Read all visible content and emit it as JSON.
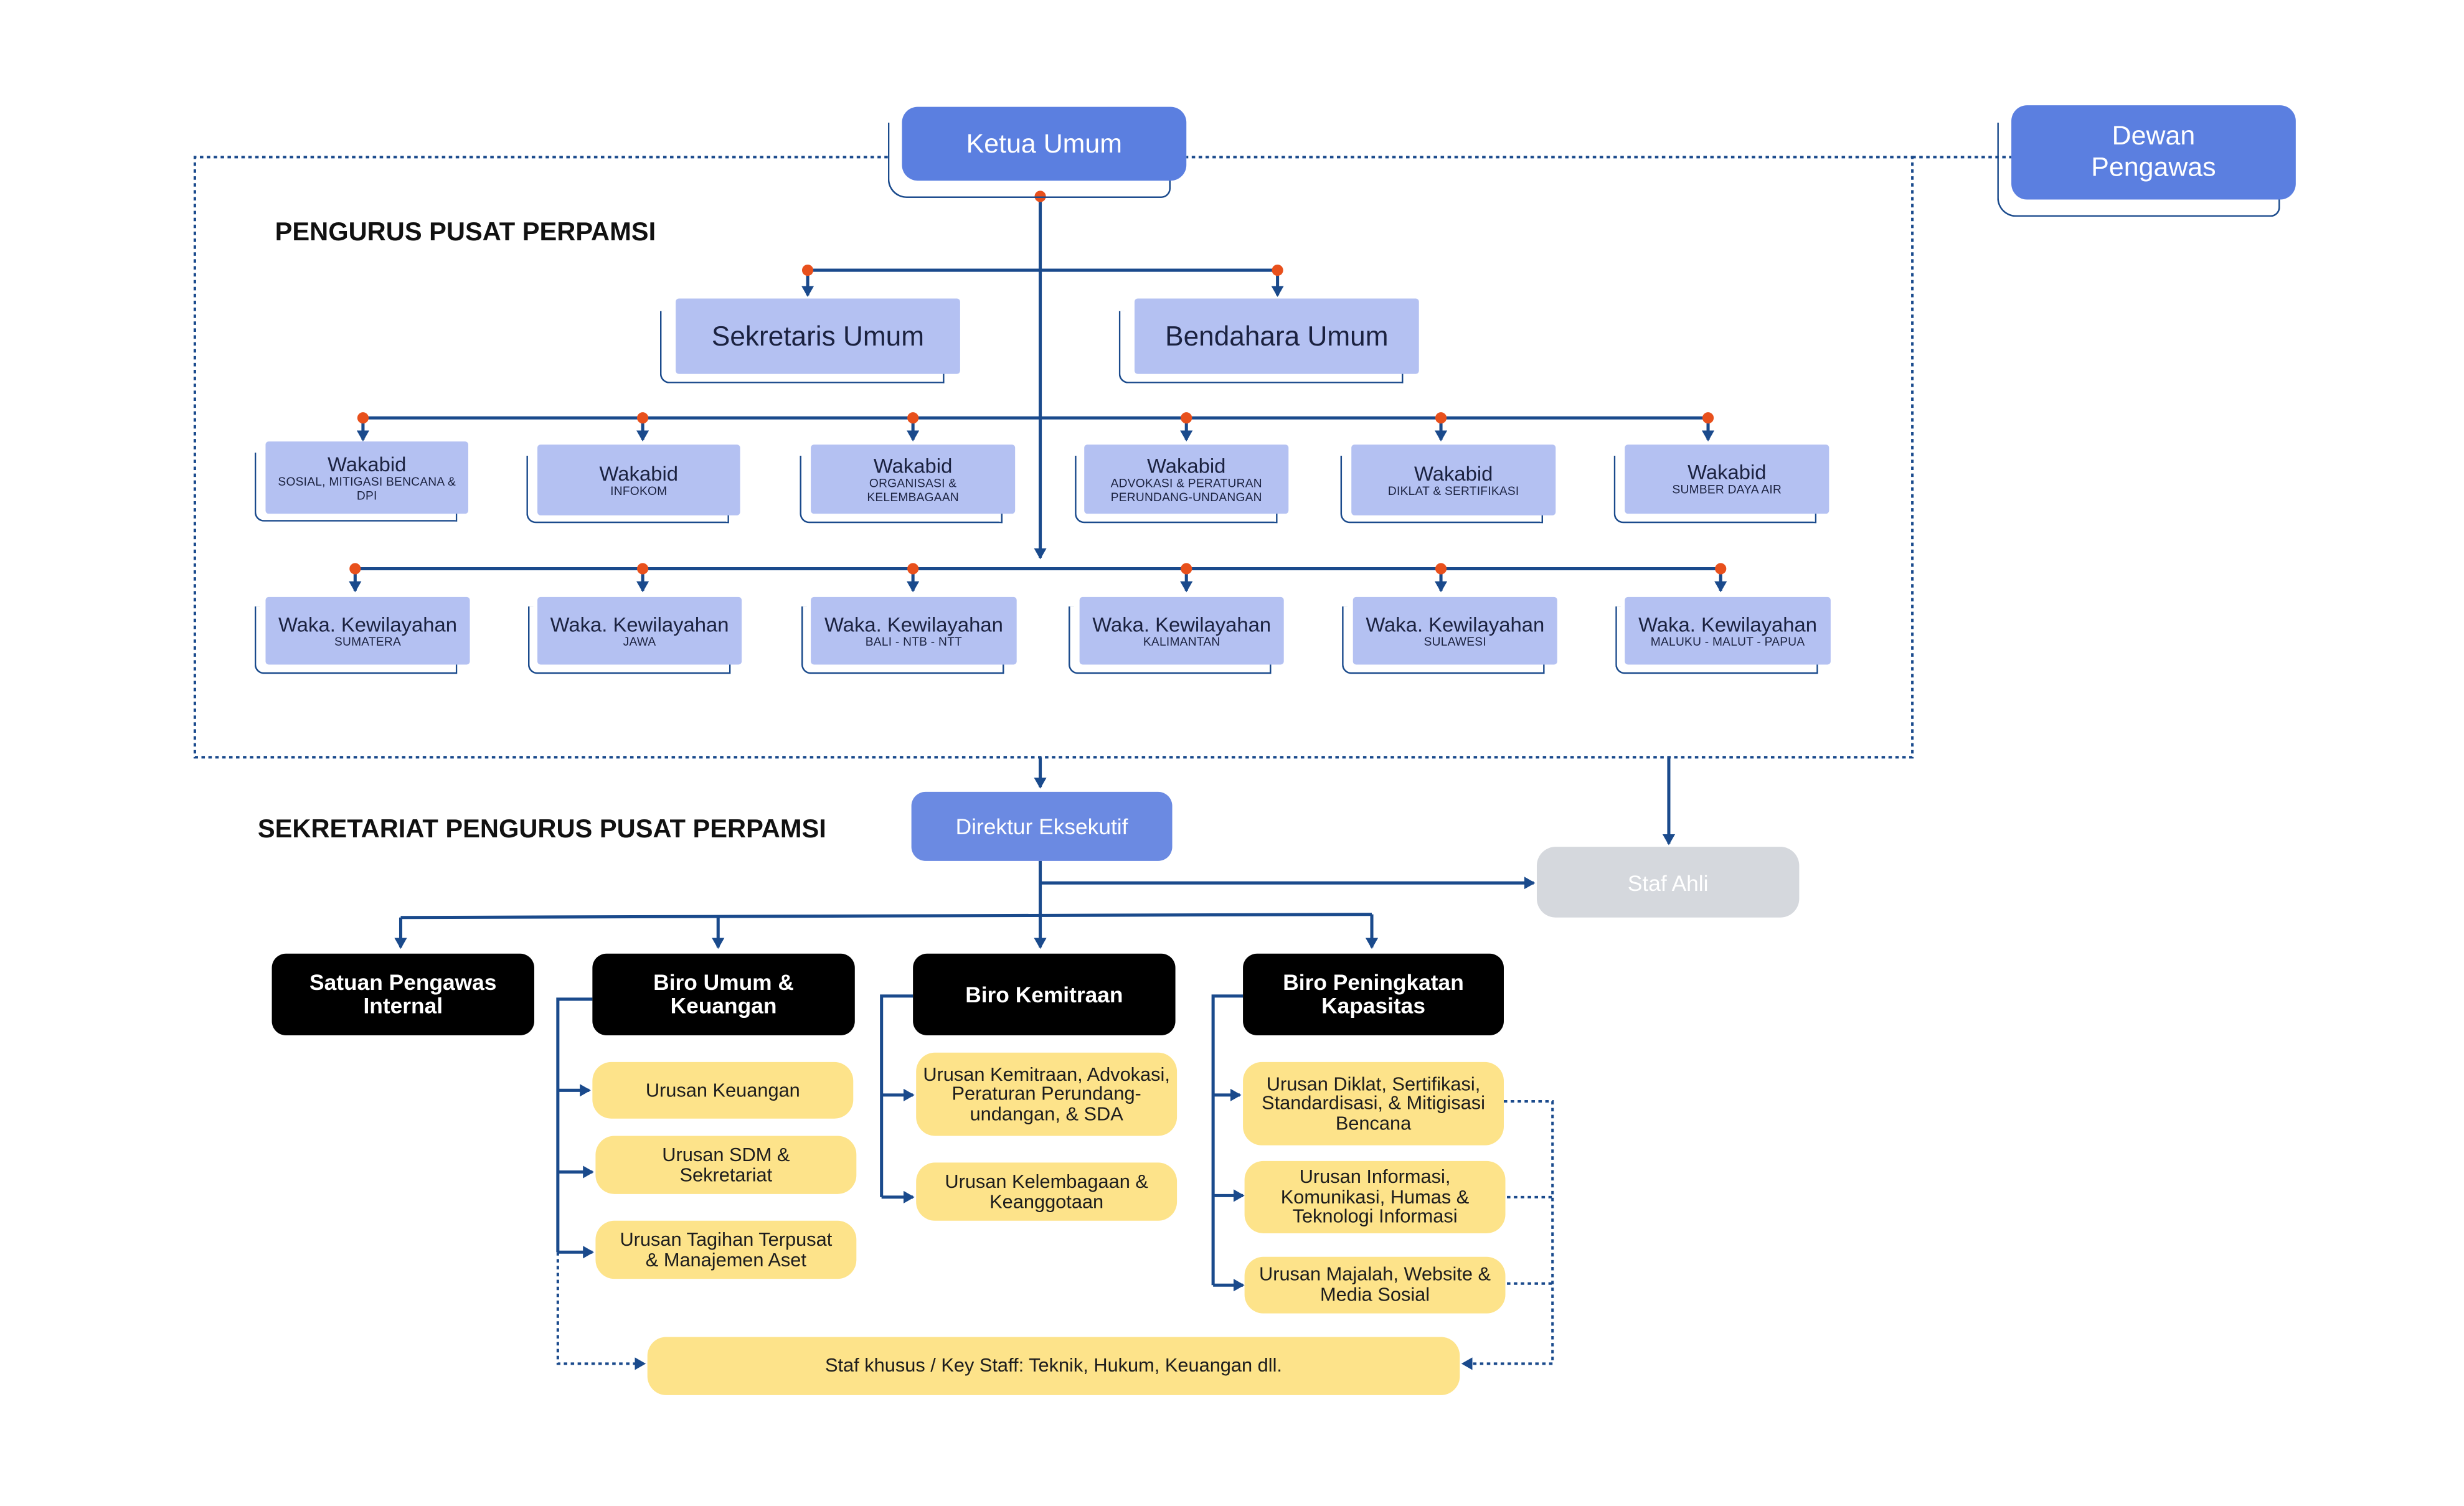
{
  "colors": {
    "line": "#1a4a8c",
    "connector_dot": "#e8501c",
    "top_box": "#5b7fe0",
    "board_box": "#b4c1f2",
    "bureau_box": "#000000",
    "unit_box": "#fde38a",
    "advisor_box": "#d5d8dd"
  },
  "headings": {
    "pengurus": "PENGURUS PUSAT PERPAMSI",
    "sekretariat": "SEKRETARIAT PENGURUS PUSAT PERPAMSI"
  },
  "top": {
    "ketua": "Ketua Umum",
    "dewan": "Dewan Pengawas"
  },
  "officers": {
    "sekretaris": "Sekretaris Umum",
    "bendahara": "Bendahara Umum"
  },
  "wakabid": [
    {
      "title": "Wakabid",
      "sub": "SOSIAL, MITIGASI BENCANA & DPI"
    },
    {
      "title": "Wakabid",
      "sub": "INFOKOM"
    },
    {
      "title": "Wakabid",
      "sub": "ORGANISASI & KELEMBAGAAN"
    },
    {
      "title": "Wakabid",
      "sub": "ADVOKASI & PERATURAN PERUNDANG-UNDANGAN"
    },
    {
      "title": "Wakabid",
      "sub": "DIKLAT & SERTIFIKASI"
    },
    {
      "title": "Wakabid",
      "sub": "SUMBER DAYA AIR"
    }
  ],
  "regional": [
    {
      "title": "Waka. Kewilayahan",
      "sub": "SUMATERA"
    },
    {
      "title": "Waka. Kewilayahan",
      "sub": "JAWA"
    },
    {
      "title": "Waka. Kewilayahan",
      "sub": "BALI - NTB - NTT"
    },
    {
      "title": "Waka. Kewilayahan",
      "sub": "KALIMANTAN"
    },
    {
      "title": "Waka. Kewilayahan",
      "sub": "SULAWESI"
    },
    {
      "title": "Waka. Kewilayahan",
      "sub": "MALUKU - MALUT - PAPUA"
    }
  ],
  "secretariat": {
    "direktur": "Direktur Eksekutif",
    "staf_ahli": "Staf Ahli",
    "spi": "Satuan Pengawas Internal",
    "biro_umum": "Biro Umum & Keuangan",
    "biro_kemitraan": "Biro Kemitraan",
    "biro_kapasitas": "Biro Peningkatan Kapasitas",
    "umum_units": [
      "Urusan Keuangan",
      "Urusan SDM & Sekretariat",
      "Urusan Tagihan Terpusat & Manajemen Aset"
    ],
    "kemitraan_units": [
      "Urusan Kemitraan, Advokasi, Peraturan Perundang-undangan, & SDA",
      "Urusan Kelembagaan & Keanggotaan"
    ],
    "kapasitas_units": [
      "Urusan Diklat, Sertifikasi, Standardisasi, & Mitigisasi Bencana",
      "Urusan Informasi, Komunikasi, Humas & Teknologi Informasi",
      "Urusan Majalah, Website & Media Sosial"
    ],
    "staf_khusus": "Staf khusus / Key Staff: Teknik, Hukum, Keuangan dll."
  }
}
